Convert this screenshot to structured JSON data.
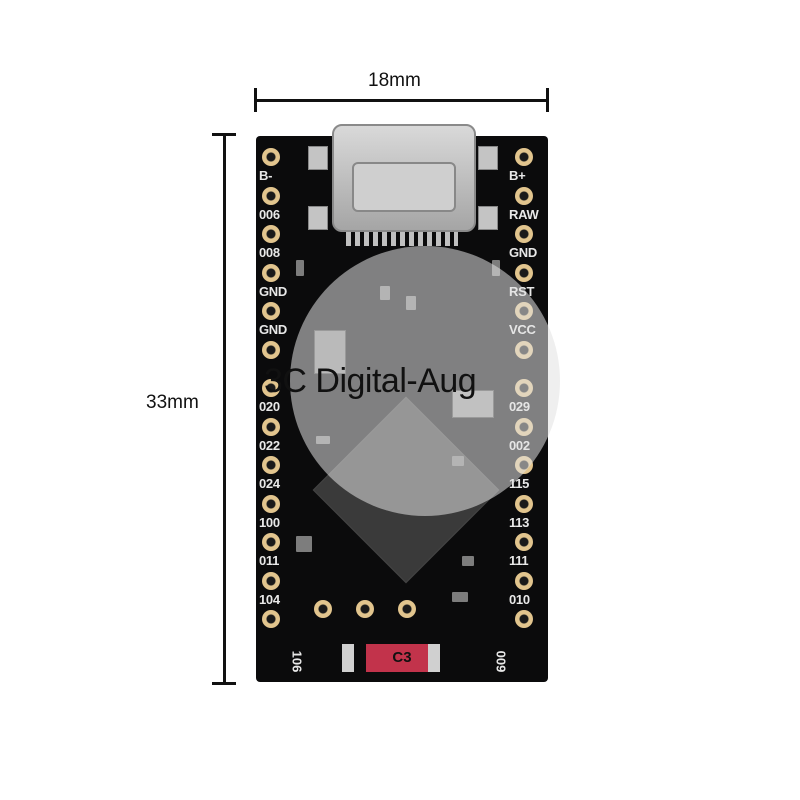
{
  "dimensions": {
    "width_label": "18mm",
    "height_label": "33mm"
  },
  "watermark": "3C Digital-Aug",
  "left_pins": [
    "B-",
    "006",
    "008",
    "GND",
    "GND",
    "",
    "020",
    "022",
    "024",
    "100",
    "011",
    "104"
  ],
  "right_pins": [
    "B+",
    "RAW",
    "GND",
    "RST",
    "VCC",
    "",
    "029",
    "002",
    "115",
    "113",
    "111",
    "010"
  ],
  "bottom_labels": {
    "left": "106",
    "right": "009"
  },
  "component_label": "C3",
  "colors": {
    "board": "#0b0b0c",
    "pad": "#e2c58e",
    "silkscreen": "#e8e8e8",
    "component": "#c2334b"
  }
}
